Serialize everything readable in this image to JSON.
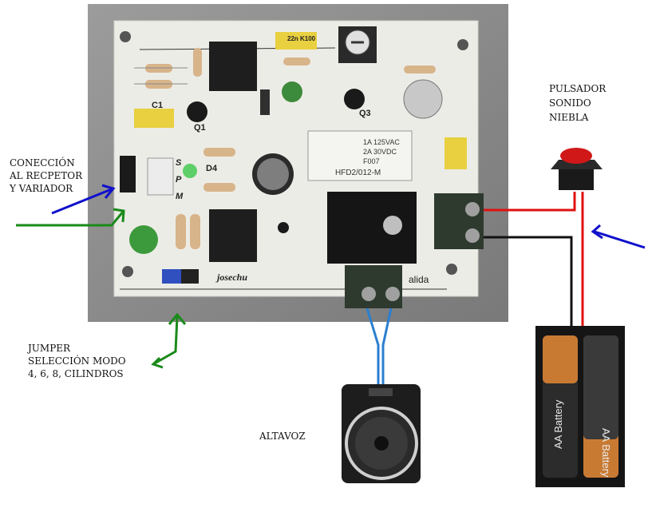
{
  "labels": {
    "receiver": [
      "CONECCIÓN",
      "AL RECPETOR",
      "Y VARIADOR"
    ],
    "button": [
      "PULSADOR",
      "SONIDO",
      "NIEBLA"
    ],
    "jumper": [
      "JUMPER",
      "SELECCIÓN MODO",
      "4, 6, 8, CILINDROS"
    ],
    "speaker": "ALTAVOZ"
  },
  "pcb": {
    "relay_lines": [
      "1A 125VAC",
      "2A 30VDC",
      "F007"
    ],
    "relay_model": "HFD2/012-M",
    "cap_main": "22n K100",
    "cap_c1": "C1",
    "q1": "Q1",
    "q3": "Q3",
    "d4": "D4",
    "sig": "josechu",
    "salida": "alida",
    "pins": [
      "S",
      "P",
      "M"
    ]
  },
  "battery_text": "AA Battery",
  "colors": {
    "board": "#ecece6",
    "photo_bg": "#8a8a8a",
    "blue_arrow": "#1010cc",
    "green_arrow": "#1a8a1a",
    "red_wire": "#e01010",
    "black_wire": "#111111",
    "blue_wire": "#2a7fd0"
  }
}
